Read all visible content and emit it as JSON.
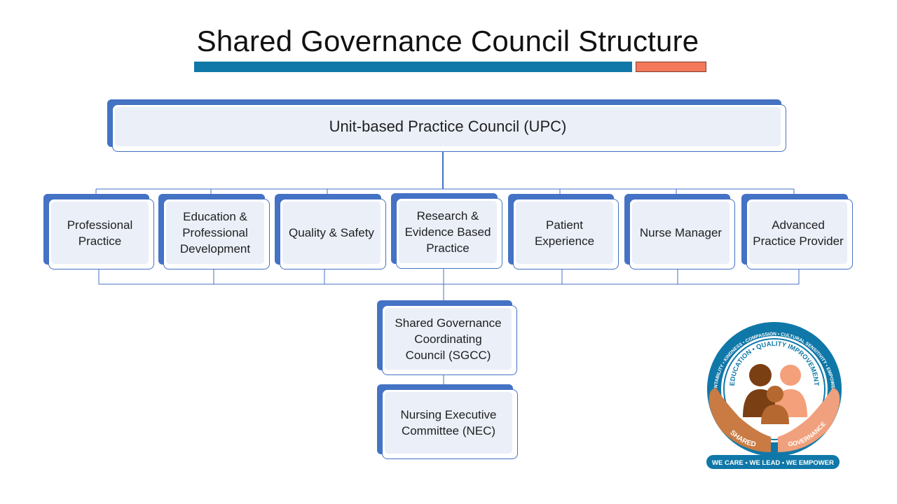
{
  "title": "Shared Governance Council Structure",
  "colors": {
    "accent_blue": "#1078a8",
    "accent_orange": "#f4795a",
    "box_border": "#4472c4",
    "box_fill": "#eaeff8"
  },
  "upc": "Unit-based Practice Council (UPC)",
  "councils": [
    "Professional Practice",
    "Education & Professional Development",
    "Quality & Safety",
    "Research & Evidence Based Practice",
    "Patient Experience",
    "Nurse Manager",
    "Advanced Practice Provider"
  ],
  "sgcc": "Shared Governance Coordinating Council (SGCC)",
  "nec": "Nursing Executive Committee (NEC)",
  "logo": {
    "outer_ring_text": "ACCOUNTABILITY • KINDNESS • COMPASSION • CULTURAL SENSITIVITY • EMPOWERMENT",
    "inner_ring_text": "EDUCATION • QUALITY IMPROVEMENT",
    "left_hand_text": "SHARED",
    "right_hand_text": "GOVERNANCE",
    "banner_text": "WE CARE • WE LEAD • WE EMPOWER"
  }
}
